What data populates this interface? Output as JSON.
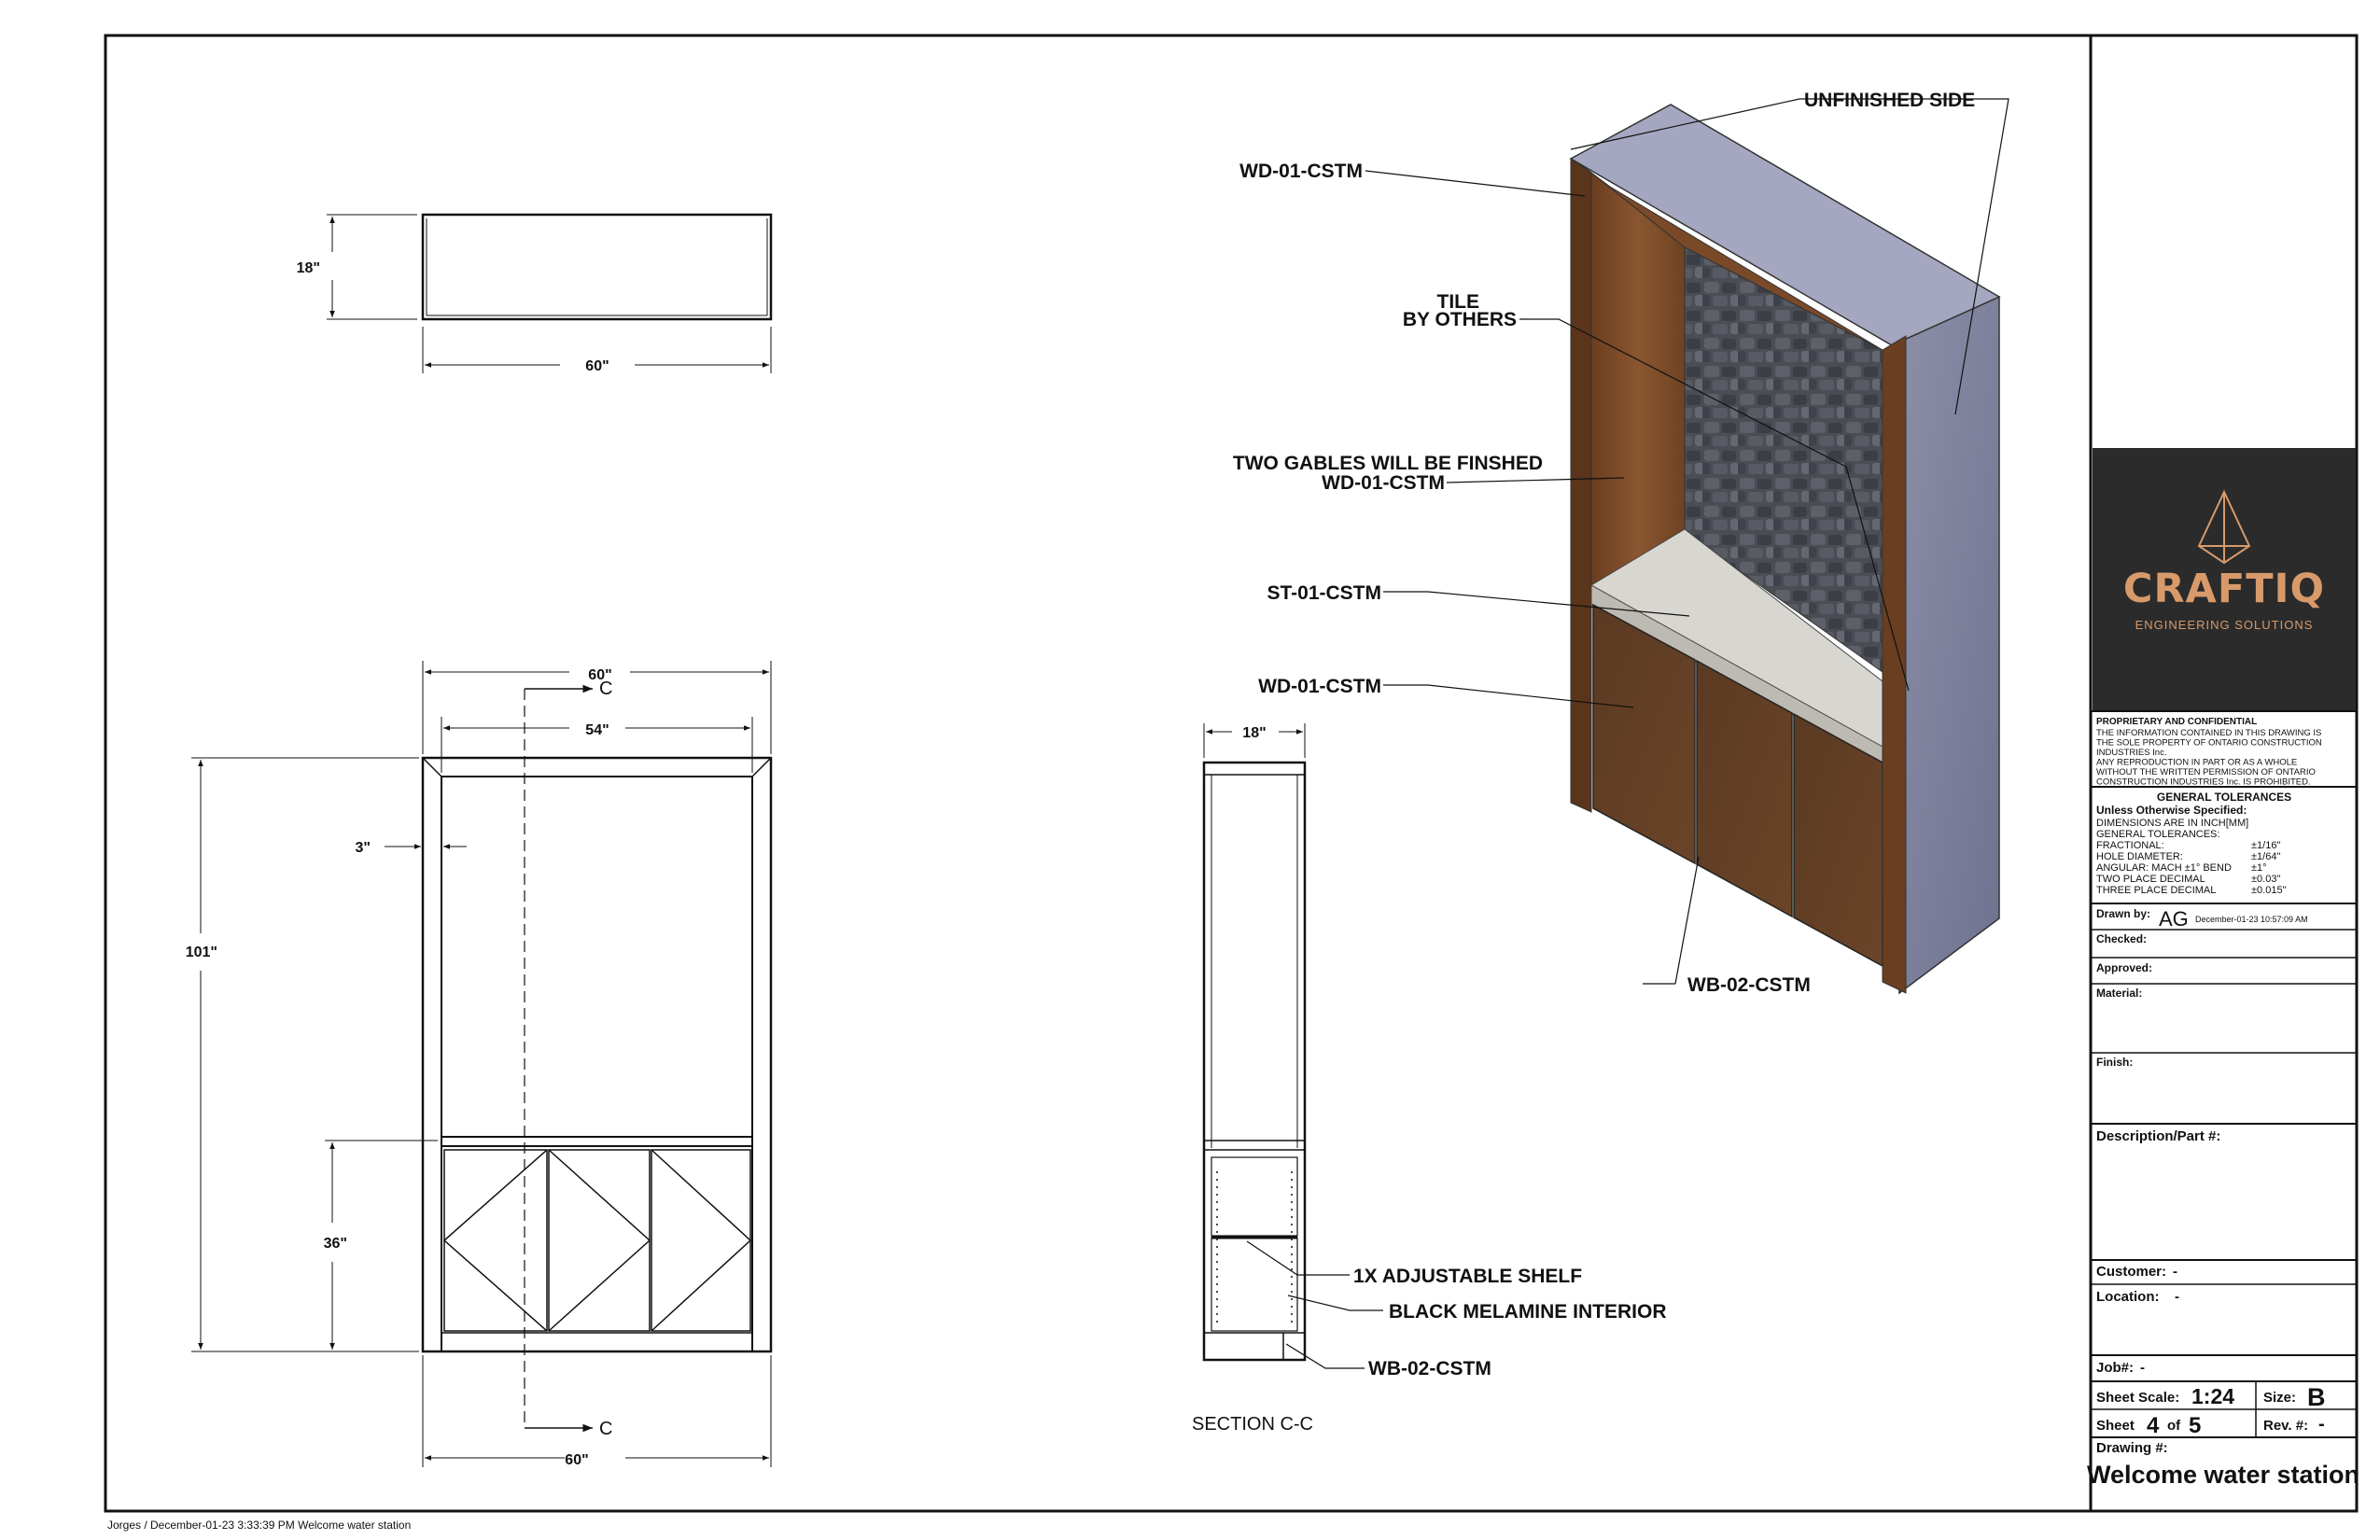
{
  "views": {
    "top": {
      "depth": "18\"",
      "width": "60\""
    },
    "front": {
      "width_top": "60\"",
      "inner_width": "54\"",
      "side": "3\"",
      "height": "101\"",
      "base_height": "36\"",
      "width_bottom": "60\"",
      "section_mark_top": "C",
      "section_mark_bottom": "C"
    },
    "section": {
      "depth": "18\"",
      "title": "SECTION C-C",
      "callouts": [
        "1X ADJUSTABLE SHELF",
        "BLACK MELAMINE INTERIOR",
        "WB-02-CSTM"
      ]
    },
    "iso": {
      "callouts": {
        "unfinished_side": "UNFINISHED SIDE",
        "wd_top": "WD-01-CSTM",
        "tile_l1": "TILE",
        "tile_l2": "BY OTHERS",
        "gables_l1": "TWO GABLES WILL BE FINSHED",
        "gables_l2": "WD-01-CSTM",
        "stone": "ST-01-CSTM",
        "wd_doors": "WD-01-CSTM",
        "base": "WB-02-CSTM"
      }
    }
  },
  "footer": {
    "path": "Jorges / December-01-23 3:33:39 PM  Welcome water station"
  },
  "title_block": {
    "logo": {
      "name": "CRAFTIQ",
      "tagline": "ENGINEERING SOLUTIONS",
      "bg": "#2b2b2b",
      "accent": "#d89a6a"
    },
    "proprietary_heading": "PROPRIETARY AND CONFIDENTIAL",
    "proprietary_lines": [
      "THE INFORMATION CONTAINED IN THIS DRAWING IS",
      "THE SOLE PROPERTY OF ONTARIO CONSTRUCTION",
      "INDUSTRIES Inc.",
      "ANY REPRODUCTION IN PART OR AS A WHOLE",
      "WITHOUT THE WRITTEN PERMISSION OF ONTARIO",
      "CONSTRUCTION INDUSTRIES Inc. IS PROHIBITED."
    ],
    "tolerances": {
      "heading": "GENERAL TOLERANCES",
      "sub": "Unless Otherwise Specified:",
      "lines": [
        {
          "label": "DIMENSIONS ARE IN INCH[MM]",
          "value": ""
        },
        {
          "label": "GENERAL TOLERANCES:",
          "value": ""
        },
        {
          "label": "FRACTIONAL:",
          "value": "±1/16\""
        },
        {
          "label": "HOLE DIAMETER:",
          "value": "±1/64\""
        },
        {
          "label": "ANGULAR: MACH ±1° BEND",
          "value": "±1°"
        },
        {
          "label": "TWO PLACE DECIMAL",
          "value": "±0.03\""
        },
        {
          "label": "THREE PLACE DECIMAL",
          "value": "±0.015\""
        }
      ]
    },
    "drawn_by_label": "Drawn by:",
    "drawn_by_value": "AG",
    "drawn_date": "December-01-23 10:57:09 AM",
    "checked_label": "Checked:",
    "approved_label": "Approved:",
    "material_label": "Material:",
    "finish_label": "Finish:",
    "description_label": "Description/Part #:",
    "customer_label": "Customer:",
    "customer_value": "-",
    "location_label": "Location:",
    "location_value": "-",
    "job_label": "Job#:",
    "job_value": "-",
    "scale_label": "Sheet Scale:",
    "scale_value": "1:24",
    "size_label": "Size:",
    "size_value": "B",
    "sheet_label": "Sheet",
    "sheet_value": "4",
    "of_label": "of",
    "sheet_total": "5",
    "rev_label": "Rev. #:",
    "rev_value": "-",
    "drawing_label": "Drawing #:",
    "drawing_value": "Welcome water station"
  }
}
